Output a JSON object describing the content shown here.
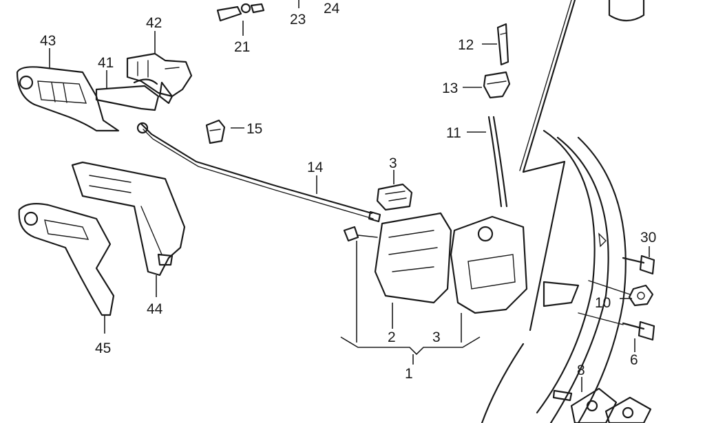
{
  "diagram": {
    "callouts": [
      {
        "id": "c1",
        "label": "1"
      },
      {
        "id": "c2",
        "label": "2"
      },
      {
        "id": "c3a",
        "label": "3"
      },
      {
        "id": "c3b",
        "label": "3"
      },
      {
        "id": "c6",
        "label": "6"
      },
      {
        "id": "c8",
        "label": "8"
      },
      {
        "id": "c10",
        "label": "10"
      },
      {
        "id": "c11",
        "label": "11"
      },
      {
        "id": "c12",
        "label": "12"
      },
      {
        "id": "c13",
        "label": "13"
      },
      {
        "id": "c14",
        "label": "14"
      },
      {
        "id": "c15",
        "label": "15"
      },
      {
        "id": "c21",
        "label": "21"
      },
      {
        "id": "c23",
        "label": "23"
      },
      {
        "id": "c24",
        "label": "24"
      },
      {
        "id": "c30",
        "label": "30"
      },
      {
        "id": "c41",
        "label": "41"
      },
      {
        "id": "c42",
        "label": "42"
      },
      {
        "id": "c43",
        "label": "43"
      },
      {
        "id": "c44",
        "label": "44"
      },
      {
        "id": "c45",
        "label": "45"
      }
    ]
  }
}
